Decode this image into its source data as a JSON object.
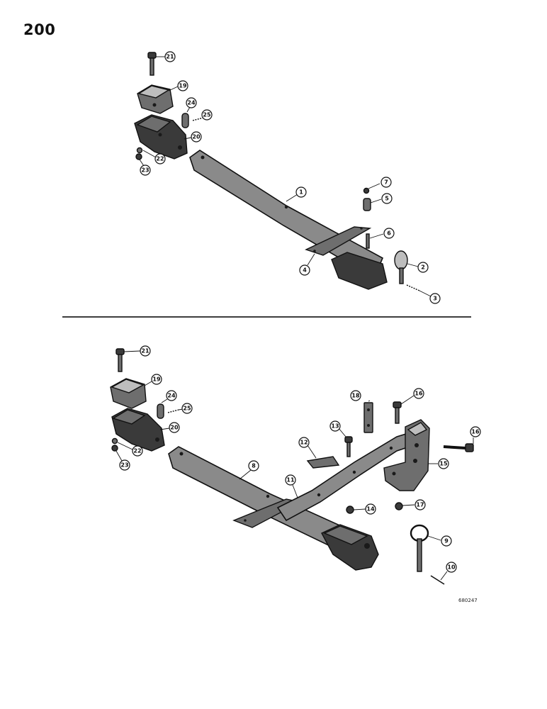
{
  "page_number": "200",
  "drawing_number": "680247",
  "callouts": {
    "c21a": "21",
    "c19a": "19",
    "c24a": "24",
    "c25a": "25",
    "c20a": "20",
    "c22a": "22",
    "c23a": "23",
    "c1": "1",
    "c7": "7",
    "c5": "5",
    "c6": "6",
    "c2": "2",
    "c3": "3",
    "c4": "4",
    "c21b": "21",
    "c19b": "19",
    "c24b": "24",
    "c25b": "25",
    "c20b": "20",
    "c22b": "22",
    "c23b": "23",
    "c18": "18",
    "c16a": "16",
    "c13": "13",
    "c12": "12",
    "c16b": "16",
    "c15": "15",
    "c8": "8",
    "c11": "11",
    "c14": "14",
    "c17": "17",
    "c9": "9",
    "c10": "10"
  }
}
